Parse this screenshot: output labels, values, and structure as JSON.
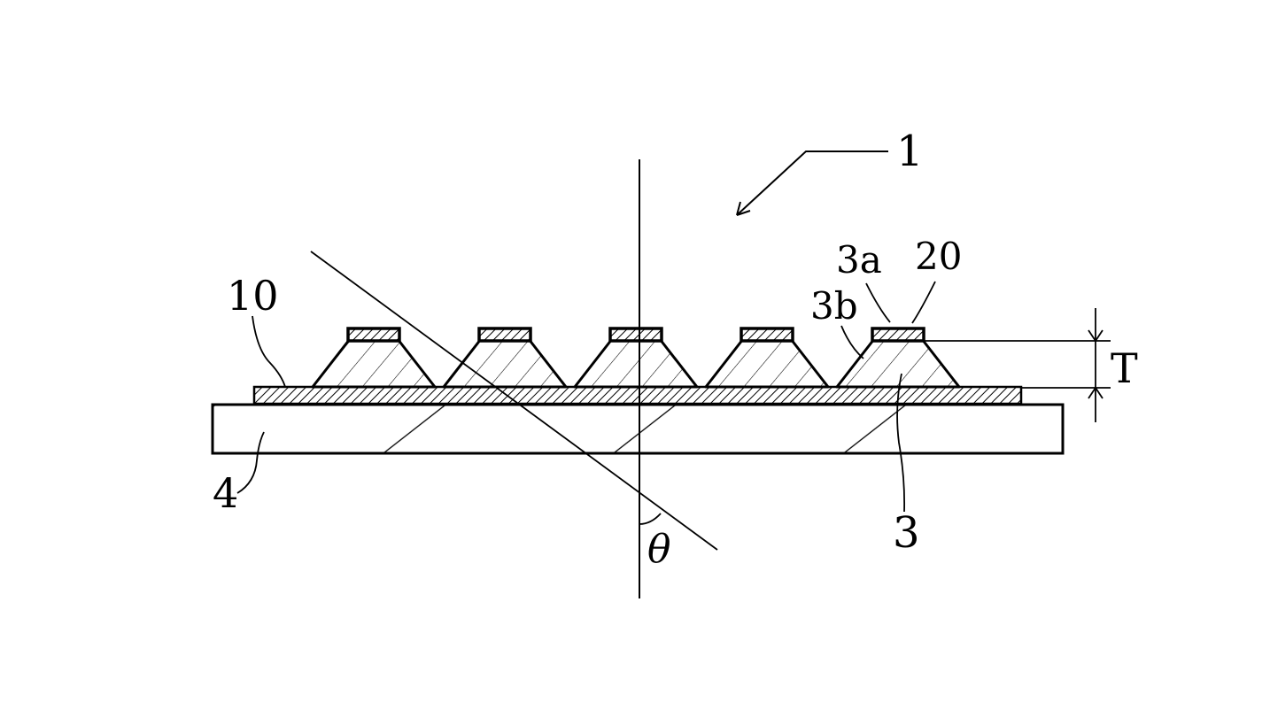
{
  "diagram": {
    "labels": {
      "device": "1",
      "upper_face": "3a",
      "upper_layer": "20",
      "side_face": "3b",
      "lower_layer": "10",
      "thickness": "T",
      "substrate": "4",
      "angle": "θ",
      "protrusion": "3"
    },
    "protrusion_count": 5,
    "colors": {
      "ink": "#000000",
      "paper": "#ffffff"
    }
  }
}
